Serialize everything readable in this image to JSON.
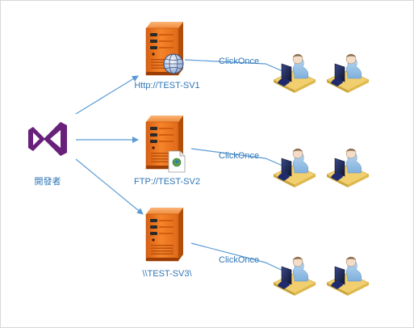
{
  "developer": {
    "label": "開發者",
    "icon": "visual-studio-logo-icon",
    "icon_color": "#68217a"
  },
  "servers": [
    {
      "name": "server-sv1",
      "label": "Http://TEST-SV1",
      "badge": "globe-badge-icon",
      "link_label": "ClickOnce",
      "client_count": 2
    },
    {
      "name": "server-sv2",
      "label": "FTP://TEST-SV2",
      "badge": "ftp-document-badge-icon",
      "link_label": "ClickOnce",
      "client_count": 2
    },
    {
      "name": "server-sv3",
      "label": "\\\\TEST-SV3\\",
      "badge": "",
      "link_label": "ClickOnce",
      "client_count": 2
    }
  ],
  "colors": {
    "arrow": "#5b9bd5",
    "label_text": "#2e75b6",
    "server_body": "#f07a1c",
    "server_side": "#b24d0a",
    "desk": "#f2cf6e"
  },
  "icons": {
    "server": "server-tower-icon",
    "client": "user-workstation-icon"
  }
}
